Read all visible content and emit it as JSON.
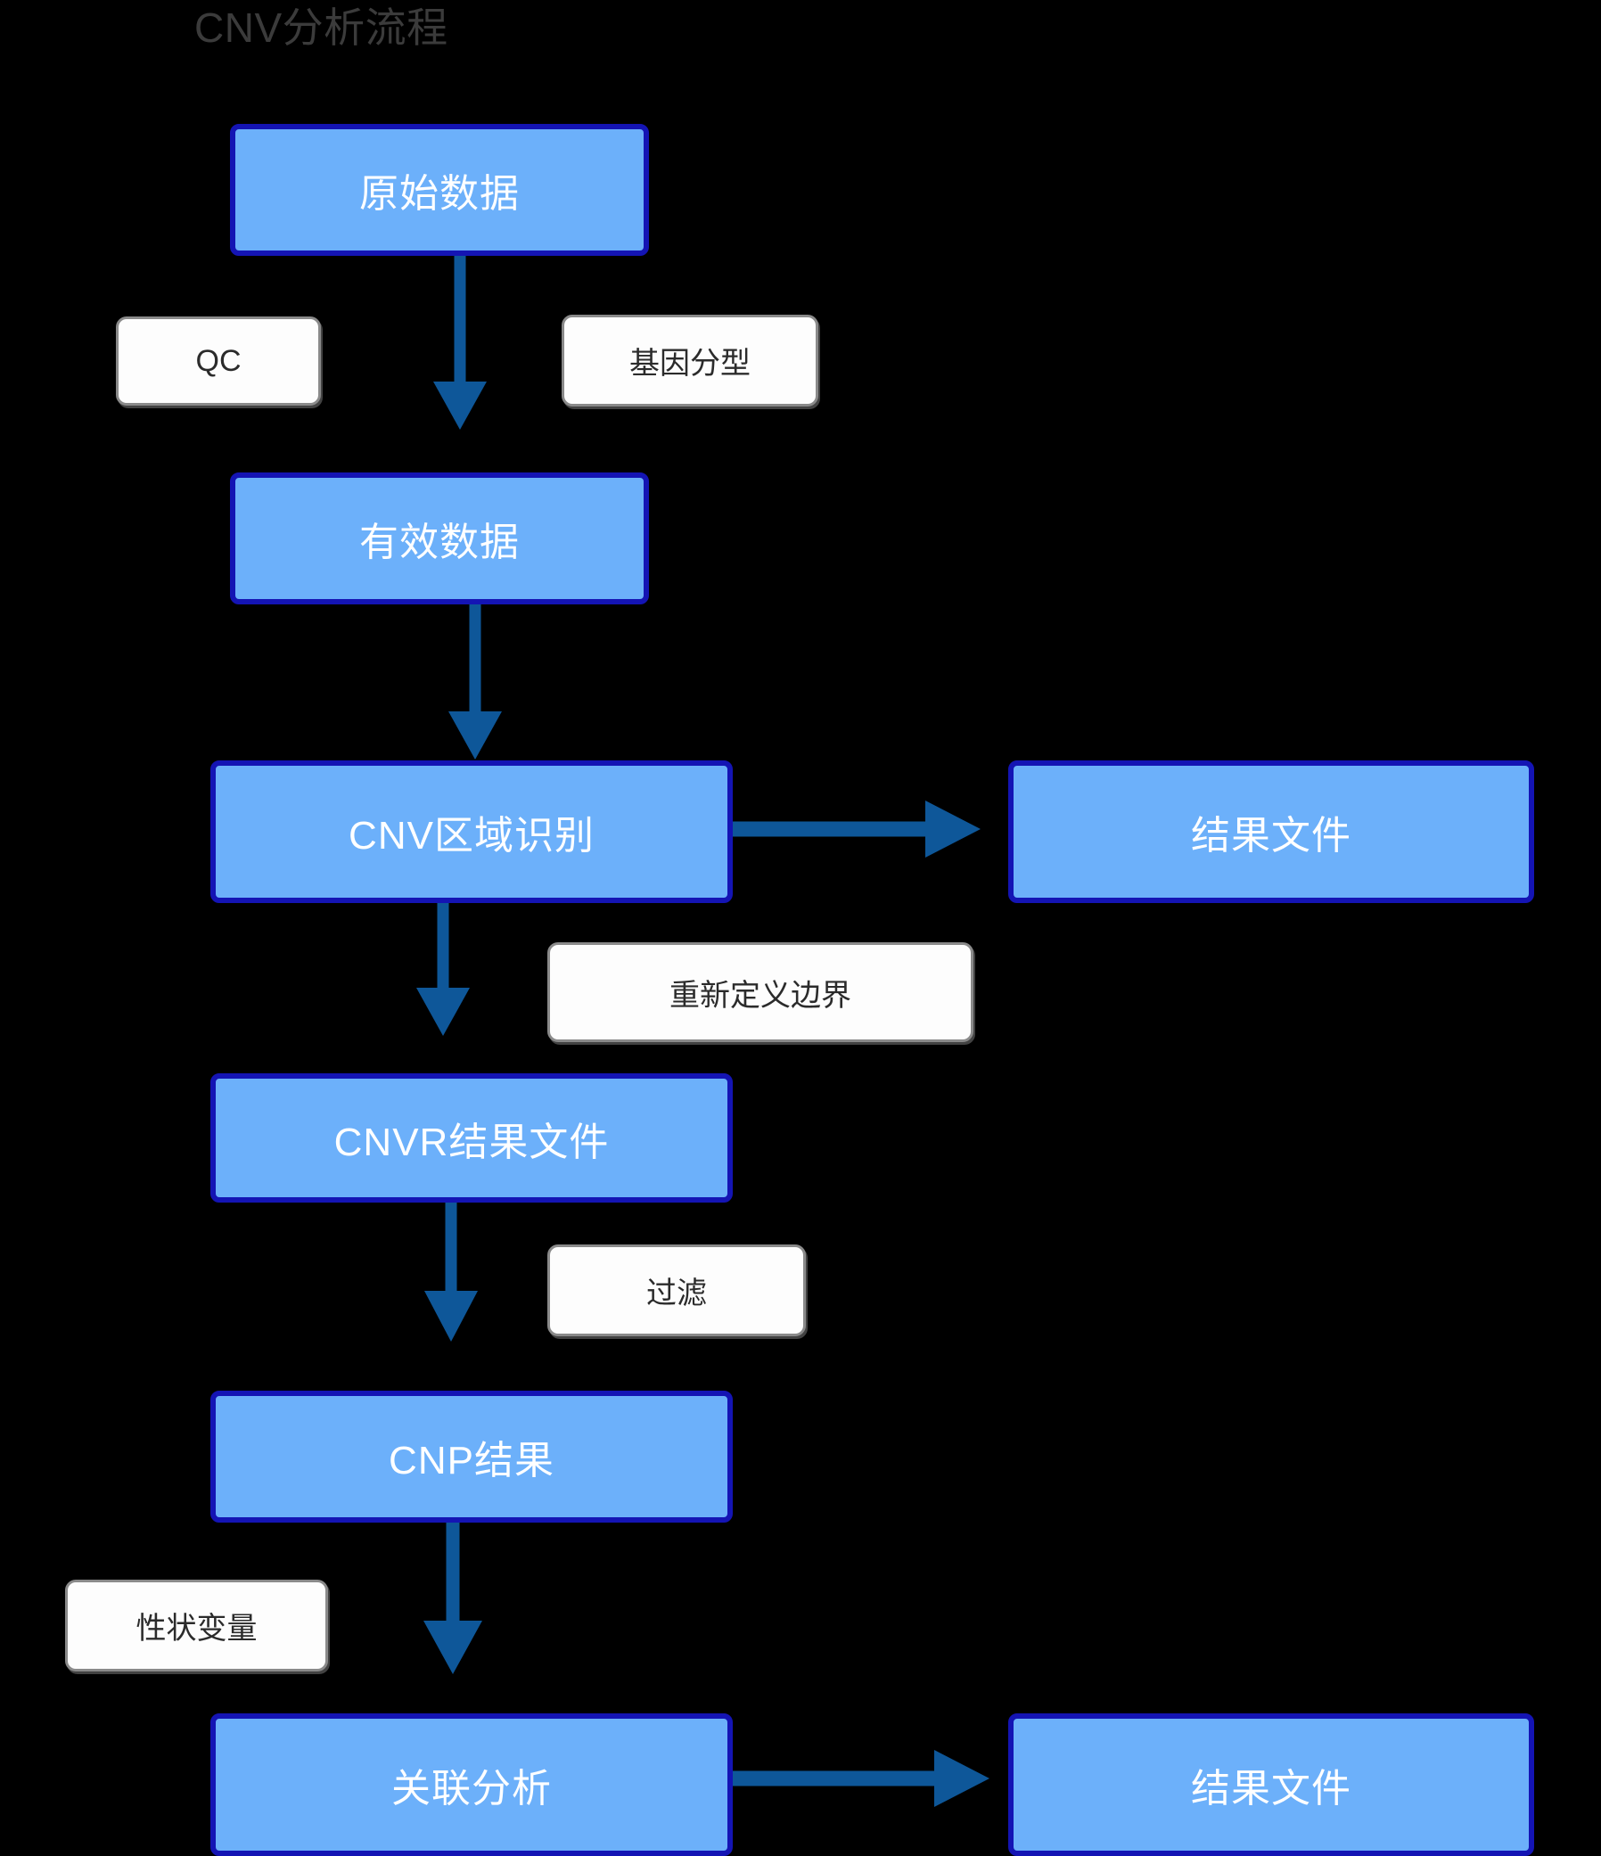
{
  "title": "CNV分析流程",
  "colors": {
    "background": "#000000",
    "node_fill": "#6CB0FA",
    "node_border": "#1414B4",
    "node_text": "#FFFFFF",
    "label_fill": "#FDFDFD",
    "label_border": "#8A8A8A",
    "label_text": "#2B2B2B",
    "arrow": "#0E5799",
    "title_text": "#3B3B3B"
  },
  "nodes": [
    {
      "id": "raw-data",
      "label": "原始数据"
    },
    {
      "id": "valid-data",
      "label": "有效数据"
    },
    {
      "id": "cnv-region",
      "label": "CNV区域识别"
    },
    {
      "id": "result-file-1",
      "label": "结果文件"
    },
    {
      "id": "cnvr-file",
      "label": "CNVR结果文件"
    },
    {
      "id": "cnp-result",
      "label": "CNP结果"
    },
    {
      "id": "assoc-analysis",
      "label": "关联分析"
    },
    {
      "id": "result-file-2",
      "label": "结果文件"
    }
  ],
  "edge_labels": [
    {
      "id": "qc",
      "label": "QC"
    },
    {
      "id": "genotyping",
      "label": "基因分型"
    },
    {
      "id": "redefine",
      "label": "重新定义边界"
    },
    {
      "id": "filter",
      "label": "过滤"
    },
    {
      "id": "trait-var",
      "label": "性状变量"
    }
  ],
  "edges": [
    {
      "from": "raw-data",
      "to": "valid-data",
      "direction": "down"
    },
    {
      "from": "valid-data",
      "to": "cnv-region",
      "direction": "down"
    },
    {
      "from": "cnv-region",
      "to": "result-file-1",
      "direction": "right"
    },
    {
      "from": "cnv-region",
      "to": "cnvr-file",
      "direction": "down"
    },
    {
      "from": "cnvr-file",
      "to": "cnp-result",
      "direction": "down"
    },
    {
      "from": "cnp-result",
      "to": "assoc-analysis",
      "direction": "down"
    },
    {
      "from": "assoc-analysis",
      "to": "result-file-2",
      "direction": "right"
    }
  ]
}
